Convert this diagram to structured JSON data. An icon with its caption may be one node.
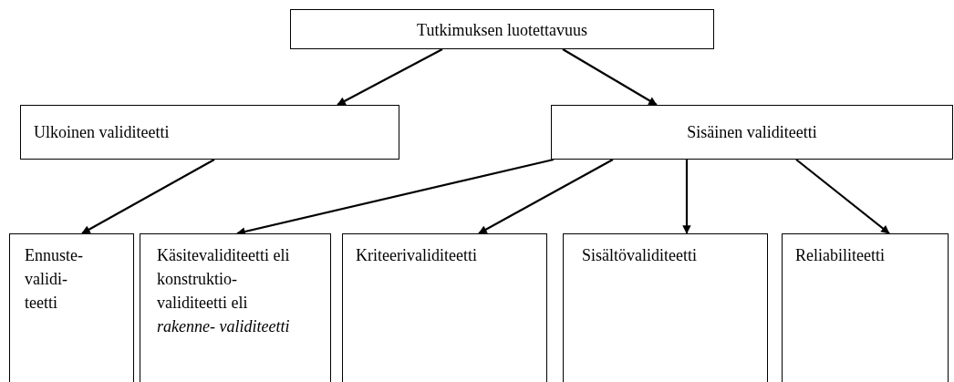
{
  "diagram": {
    "nodes": [
      {
        "text": [
          "Tutkimuksen luotettavuus"
        ]
      },
      {
        "text": [
          "Ulkoinen validiteetti"
        ]
      },
      {
        "text": [
          "Sisäinen validiteetti"
        ]
      },
      {
        "text": [
          "Ennuste- validi- teetti"
        ]
      },
      {
        "text": [
          "Käsitevaliditeetti eli konstruktio- validiteetti eli *rakenne- validiteetti*"
        ]
      },
      {
        "text": [
          "Kriteerivaliditeetti"
        ]
      },
      {
        "text": [
          "Sisältövaliditeetti"
        ]
      },
      {
        "text": [
          "Reliabiliteetti"
        ]
      }
    ],
    "edges": [
      {
        "from": 0,
        "to": 1,
        "arrow": "to"
      },
      {
        "from": 0,
        "to": 2,
        "arrow": "to"
      },
      {
        "from": 1,
        "to": 3,
        "arrow": "to"
      },
      {
        "from": 2,
        "to": 4,
        "arrow": "to"
      },
      {
        "from": 2,
        "to": 5,
        "arrow": "to"
      },
      {
        "from": 2,
        "to": 6,
        "arrow": "to"
      },
      {
        "from": 2,
        "to": 7,
        "arrow": "to"
      }
    ]
  }
}
